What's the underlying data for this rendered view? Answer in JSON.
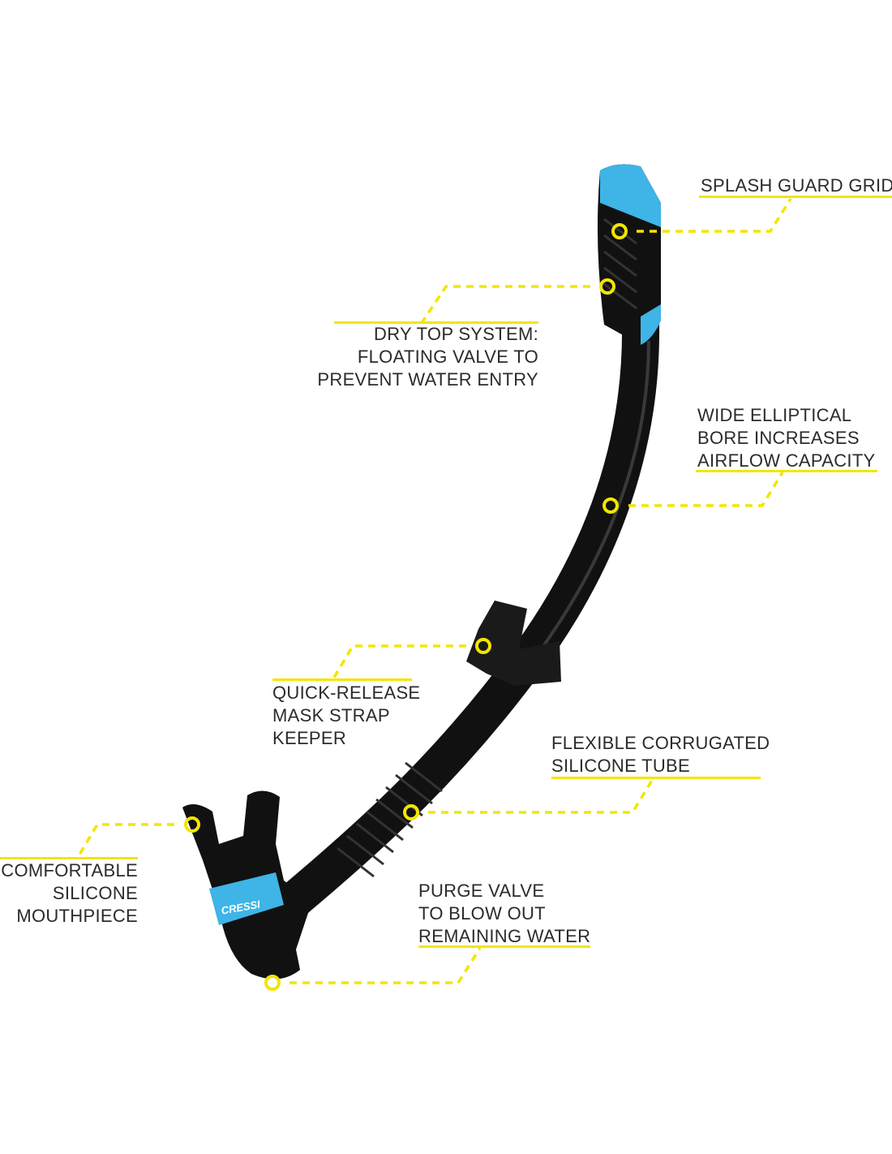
{
  "colors": {
    "accent": "#f2e600",
    "tube": "#111111",
    "blue": "#3fb4e6"
  },
  "brand_logo": "CRESSI",
  "callouts": [
    {
      "id": "splash-guard-grid",
      "lines": [
        "SPLASH GUARD GRID"
      ]
    },
    {
      "id": "dry-top-system",
      "lines": [
        "DRY TOP SYSTEM:",
        "FLOATING VALVE TO",
        "PREVENT WATER ENTRY"
      ]
    },
    {
      "id": "wide-elliptical-bore",
      "lines": [
        "WIDE ELLIPTICAL",
        "BORE INCREASES",
        "AIRFLOW CAPACITY"
      ]
    },
    {
      "id": "quick-release-keeper",
      "lines": [
        "QUICK-RELEASE",
        "MASK STRAP",
        "KEEPER"
      ]
    },
    {
      "id": "flexible-tube",
      "lines": [
        "FLEXIBLE CORRUGATED",
        "SILICONE TUBE"
      ]
    },
    {
      "id": "mouthpiece",
      "lines": [
        "COMFORTABLE",
        "SILICONE",
        "MOUTHPIECE"
      ]
    },
    {
      "id": "purge-valve",
      "lines": [
        "PURGE VALVE",
        "TO BLOW OUT",
        "REMAINING WATER"
      ]
    }
  ]
}
